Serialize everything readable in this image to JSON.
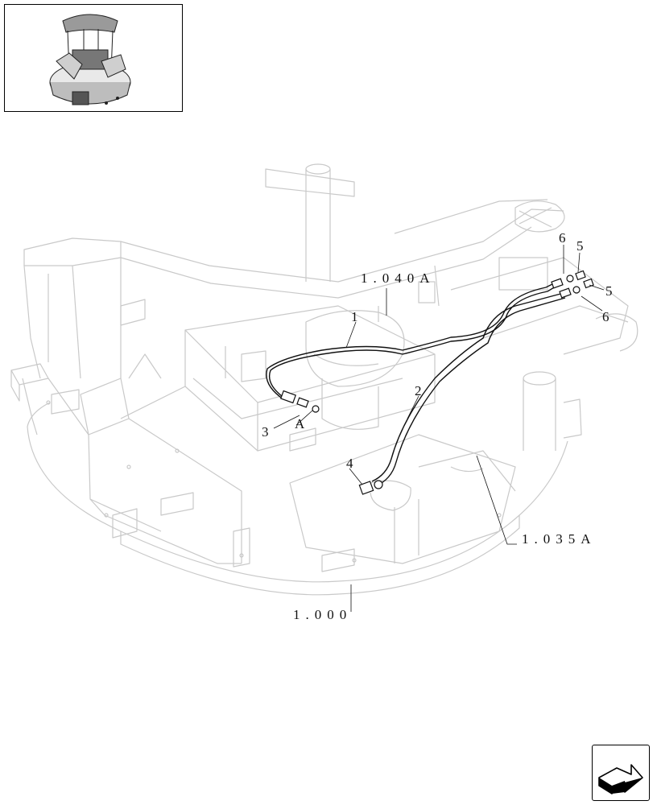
{
  "thumbnail": {
    "icon": "machine-overview-thumbnail"
  },
  "callouts": {
    "c1": "1",
    "c2": "2",
    "c3": "3",
    "c4": "4",
    "c5a": "5",
    "c5b": "5",
    "c6a": "6",
    "c6b": "6",
    "cA": "A"
  },
  "references": {
    "r1040": "1.040A",
    "r1035": "1.035A",
    "r1000": "1.000"
  },
  "navigation": {
    "icon": "next-page-arrow-icon"
  }
}
